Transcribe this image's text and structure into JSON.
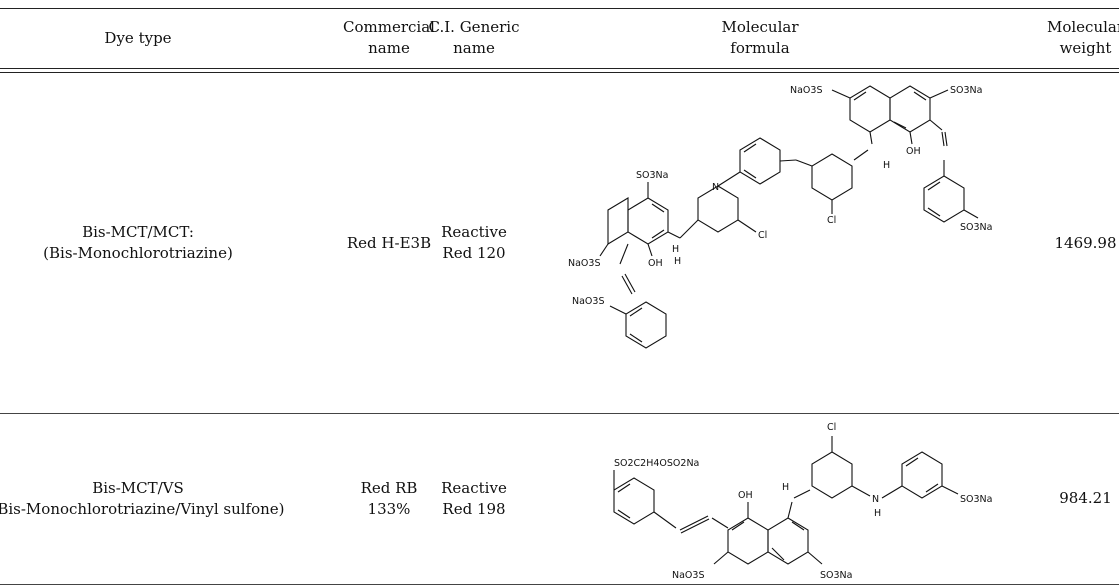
{
  "table": {
    "headers": {
      "dye_type": "Dye type",
      "commercial_name": [
        "Commercial",
        "name"
      ],
      "ci_generic_name": [
        "C.I. Generic",
        "name"
      ],
      "molecular_formula": [
        "Molecular",
        "formula"
      ],
      "molecular_weight": [
        "Molecular",
        "weight"
      ]
    },
    "rows": [
      {
        "dye_type": [
          "Bis-MCT/MCT:",
          "(Bis-Monochlorotriazine)"
        ],
        "commercial_name": [
          "Red H-E3B"
        ],
        "ci_generic_name": [
          "Reactive",
          "Red 120"
        ],
        "molecular_weight": "1469.98",
        "structure_labels": {
          "nao3s_top": "NaO3S",
          "so3na_top": "SO3Na",
          "oh_top": "OH",
          "h1": "H",
          "h2": "H",
          "n": "N",
          "cl1": "Cl",
          "cl2": "Cl",
          "so3na_right": "SO3Na",
          "so3na_left": "SO3Na",
          "nao3s_left": "NaO3S",
          "oh_left": "OH",
          "h3": "H",
          "nao3s_bottom": "NaO3S"
        }
      },
      {
        "dye_type": [
          "Bis-MCT/VS",
          "(Bis-Monochlorotriazine/Vinyl sulfone)"
        ],
        "commercial_name": [
          "Red RB",
          "133%"
        ],
        "ci_generic_name": [
          "Reactive",
          "Red 198"
        ],
        "molecular_weight": "984.21",
        "structure_labels": {
          "vs_group": "SO2C2H4OSO2Na",
          "oh": "OH",
          "h1": "H",
          "h2": "H",
          "n": "N",
          "cl": "Cl",
          "so3na_right": "SO3Na",
          "nao3s_bottom": "NaO3S",
          "so3na_bottom": "SO3Na"
        }
      }
    ]
  }
}
